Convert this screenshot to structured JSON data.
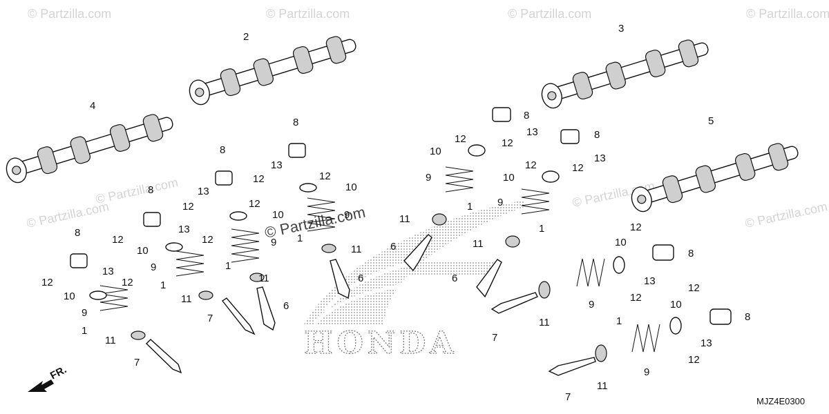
{
  "watermark": {
    "text": "© Partzilla.com",
    "center_text": "© Partzilla.com"
  },
  "brand_logo_text": "HONDA",
  "diagram_code": "MJZ4E0300",
  "direction_label": "FR.",
  "callouts": {
    "c1": "1",
    "c2": "1",
    "c3": "1",
    "c4": "1",
    "c5": "1",
    "c6": "1",
    "c7": "1",
    "c8": "2",
    "c9": "3",
    "c10": "4",
    "c11": "5",
    "c12": "6",
    "c13": "6",
    "c14": "6",
    "c15": "6",
    "c16": "7",
    "c17": "7",
    "c18": "7",
    "c19": "7",
    "c20": "7",
    "c21": "8",
    "c22": "8",
    "c23": "8",
    "c24": "8",
    "c25": "8",
    "c26": "8",
    "c27": "8",
    "c28": "8",
    "c29": "9",
    "c30": "9",
    "c31": "9",
    "c32": "9",
    "c33": "9",
    "c34": "9",
    "c35": "9",
    "c36": "9",
    "c37": "10",
    "c38": "10",
    "c39": "10",
    "c40": "10",
    "c41": "10",
    "c42": "10",
    "c43": "10",
    "c44": "10",
    "c45": "11",
    "c46": "11",
    "c47": "11",
    "c48": "11",
    "c49": "11",
    "c50": "11",
    "c51": "11",
    "c52": "11",
    "c53": "12",
    "c54": "12",
    "c55": "12",
    "c56": "12",
    "c57": "12",
    "c58": "12",
    "c59": "12",
    "c60": "12",
    "c61": "12",
    "c62": "12",
    "c63": "12",
    "c64": "12",
    "c65": "12",
    "c66": "12",
    "c67": "12",
    "c68": "12",
    "c69": "13",
    "c70": "13",
    "c71": "13",
    "c72": "13",
    "c73": "13",
    "c74": "13",
    "c75": "13",
    "c76": "13"
  }
}
